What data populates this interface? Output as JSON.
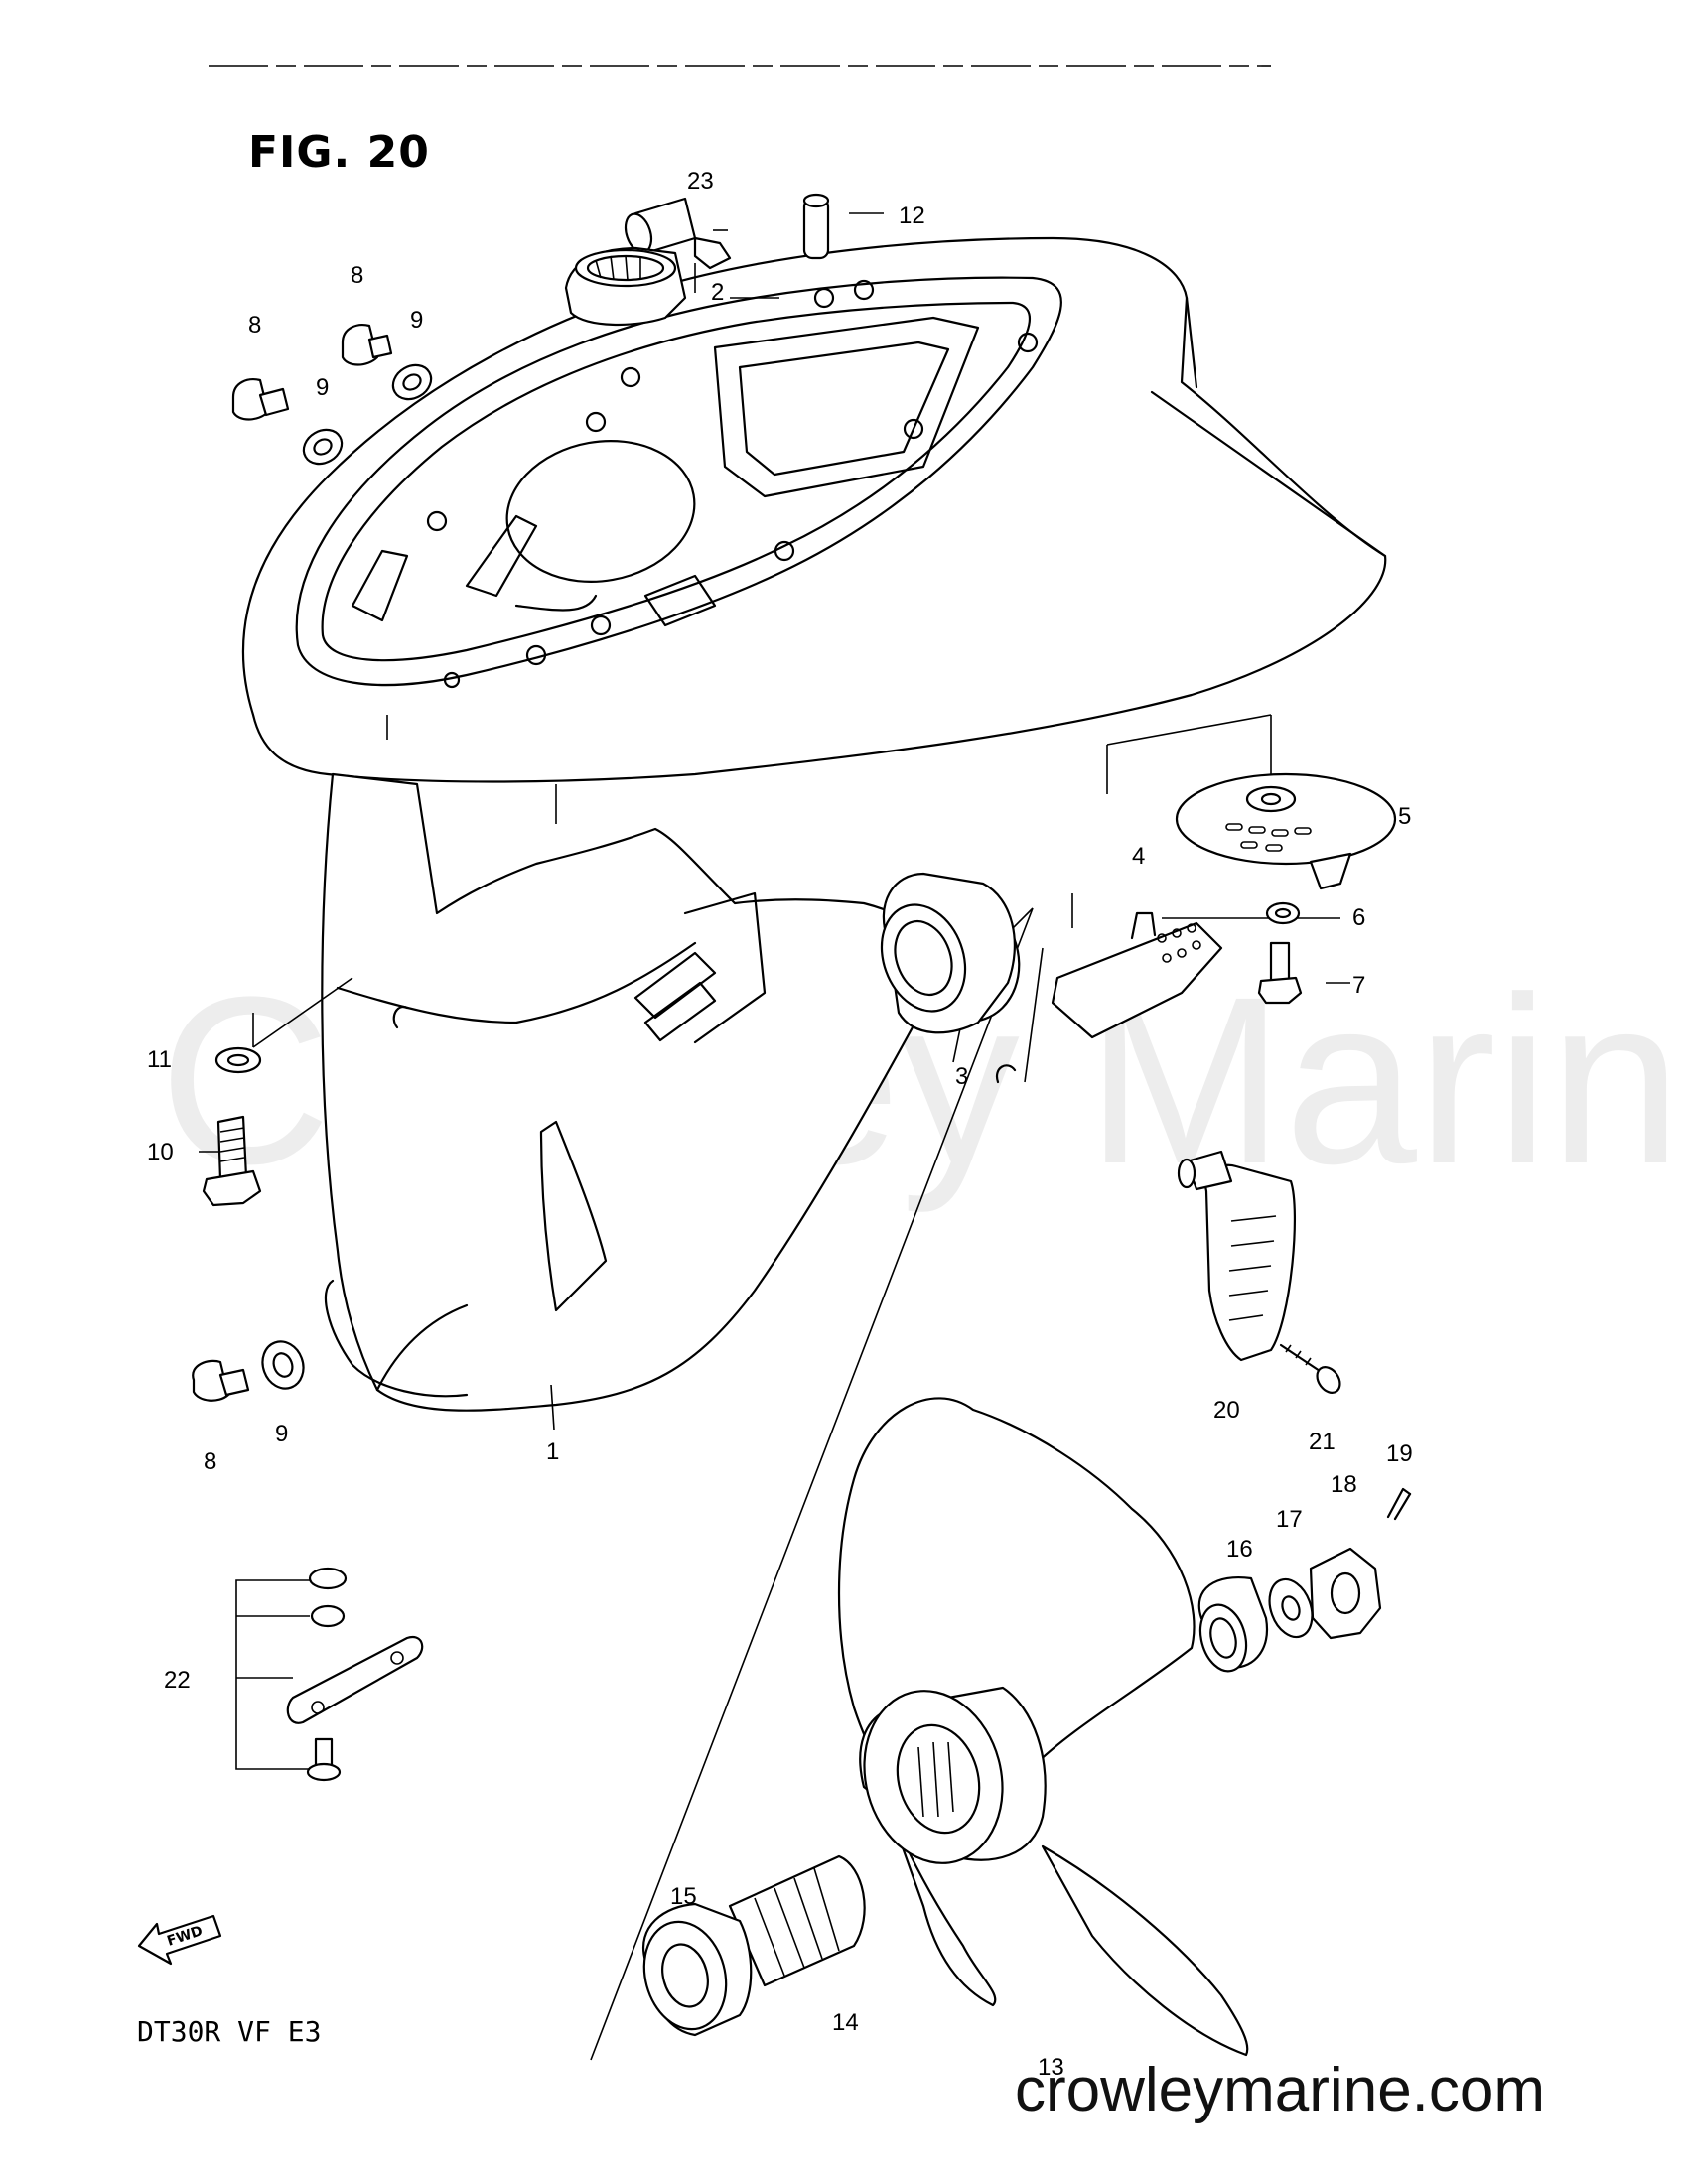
{
  "figure": {
    "title": "FIG. 20",
    "model_code": "DT30R VF E3"
  },
  "watermark": "Crowley Marine",
  "site_url": "crowleymarine.com",
  "fwd_mark": "FWD",
  "callouts": [
    {
      "id": "c1",
      "label": "1"
    },
    {
      "id": "c2",
      "label": "2"
    },
    {
      "id": "c3",
      "label": "3"
    },
    {
      "id": "c4",
      "label": "4"
    },
    {
      "id": "c5",
      "label": "5"
    },
    {
      "id": "c6",
      "label": "6"
    },
    {
      "id": "c7",
      "label": "7"
    },
    {
      "id": "c8a",
      "label": "8"
    },
    {
      "id": "c8b",
      "label": "8"
    },
    {
      "id": "c8c",
      "label": "8"
    },
    {
      "id": "c9a",
      "label": "9"
    },
    {
      "id": "c9b",
      "label": "9"
    },
    {
      "id": "c9c",
      "label": "9"
    },
    {
      "id": "c10",
      "label": "10"
    },
    {
      "id": "c11",
      "label": "11"
    },
    {
      "id": "c12",
      "label": "12"
    },
    {
      "id": "c13",
      "label": "13"
    },
    {
      "id": "c14",
      "label": "14"
    },
    {
      "id": "c15",
      "label": "15"
    },
    {
      "id": "c16",
      "label": "16"
    },
    {
      "id": "c17",
      "label": "17"
    },
    {
      "id": "c18",
      "label": "18"
    },
    {
      "id": "c19",
      "label": "19"
    },
    {
      "id": "c20",
      "label": "20"
    },
    {
      "id": "c21",
      "label": "21"
    },
    {
      "id": "c22",
      "label": "22"
    },
    {
      "id": "c23",
      "label": "23"
    }
  ]
}
